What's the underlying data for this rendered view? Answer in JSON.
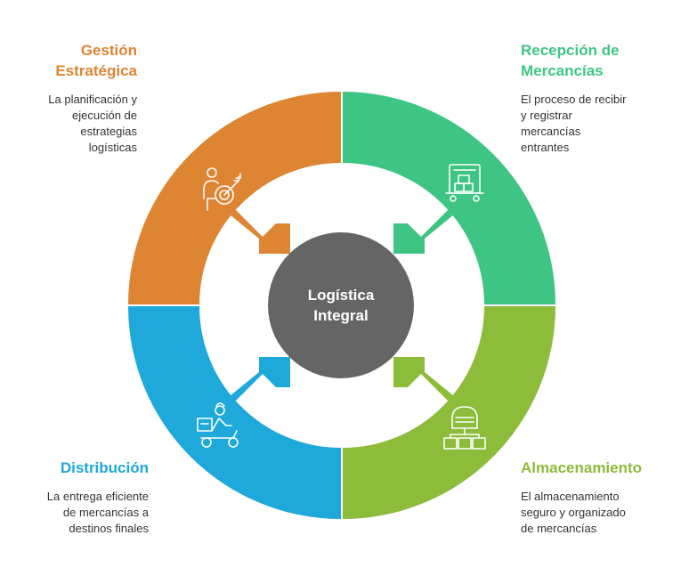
{
  "center": {
    "line1": "Logística",
    "line2": "Integral"
  },
  "colors": {
    "orange": "#DD8533",
    "green": "#3EC583",
    "lime": "#8DBB3A",
    "blue": "#1FA8DA",
    "center": "#656565"
  },
  "sections": {
    "gestion": {
      "title_line1": "Gestión",
      "title_line2": "Estratégica",
      "desc_lines": [
        "La planificación y",
        "ejecución de",
        "estrategias",
        "logísticas"
      ],
      "icon": "strategy-target-icon"
    },
    "recepcion": {
      "title_line1": "Recepción de",
      "title_line2": "Mercancías",
      "desc_lines": [
        "El proceso de recibir",
        "y registrar",
        "mercancías",
        "entrantes"
      ],
      "icon": "goods-cart-icon"
    },
    "almacenamiento": {
      "title": "Almacenamiento",
      "desc_lines": [
        "El almacenamiento",
        "seguro y organizado",
        "de mercancías"
      ],
      "icon": "warehouse-icon"
    },
    "distribucion": {
      "title": "Distribución",
      "desc_lines": [
        "La entrega eficiente",
        "de mercancías a",
        "destinos finales"
      ],
      "icon": "delivery-scooter-icon"
    }
  }
}
